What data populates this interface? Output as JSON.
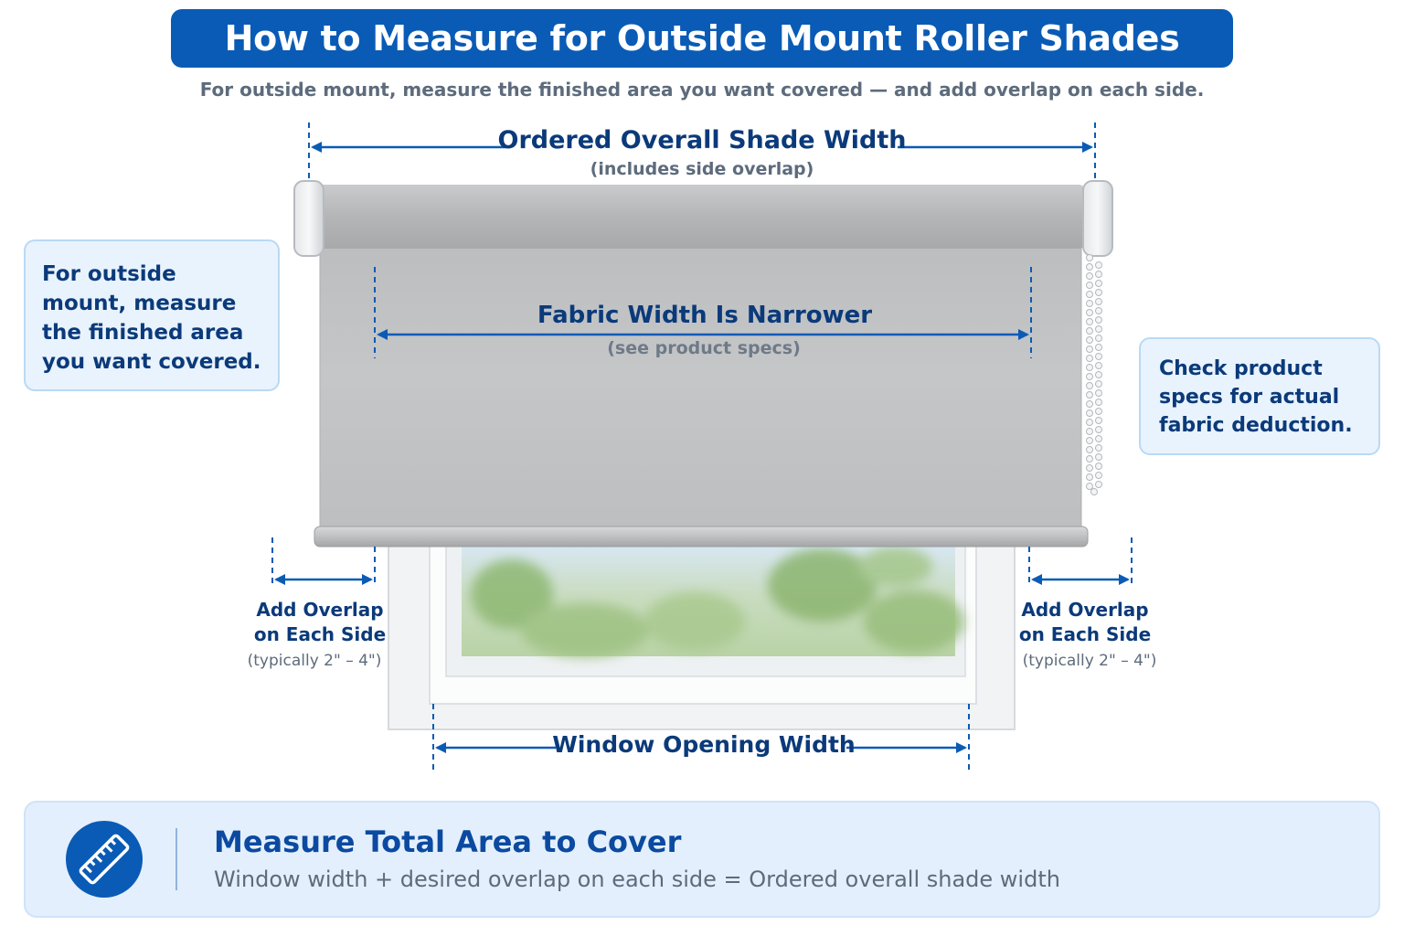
{
  "header": {
    "title": "How to Measure for Outside Mount Roller Shades",
    "subtitle": "For outside mount, measure the finished area you want covered — and add overlap on each side."
  },
  "dimensions": {
    "overall": {
      "label": "Ordered Overall Shade Width",
      "sub": "(includes side overlap)"
    },
    "fabric": {
      "label": "Fabric Width Is Narrower",
      "sub": "(see product specs)"
    },
    "window": {
      "label": "Window Opening Width"
    },
    "overlap_left": {
      "line1": "Add Overlap",
      "line2": "on Each Side",
      "sub": "(typically 2\" – 4\")"
    },
    "overlap_right": {
      "line1": "Add Overlap",
      "line2": "on Each Side",
      "sub": "(typically 2\" – 4\")"
    }
  },
  "notes": {
    "left": "For outside mount, measure the finished area you want covered.",
    "right": "Check product specs for actual fabric deduction."
  },
  "summary": {
    "title": "Measure Total Area to Cover",
    "text": "Window width + desired overlap on each side = Ordered overall shade width",
    "icon": "ruler-icon"
  },
  "colors": {
    "accent": "#0a5bb5",
    "dark_text": "#0b3a7a",
    "muted_text": "#5d6b7c",
    "note_bg": "#e9f3fd",
    "fabric": "#c2c4c6"
  }
}
